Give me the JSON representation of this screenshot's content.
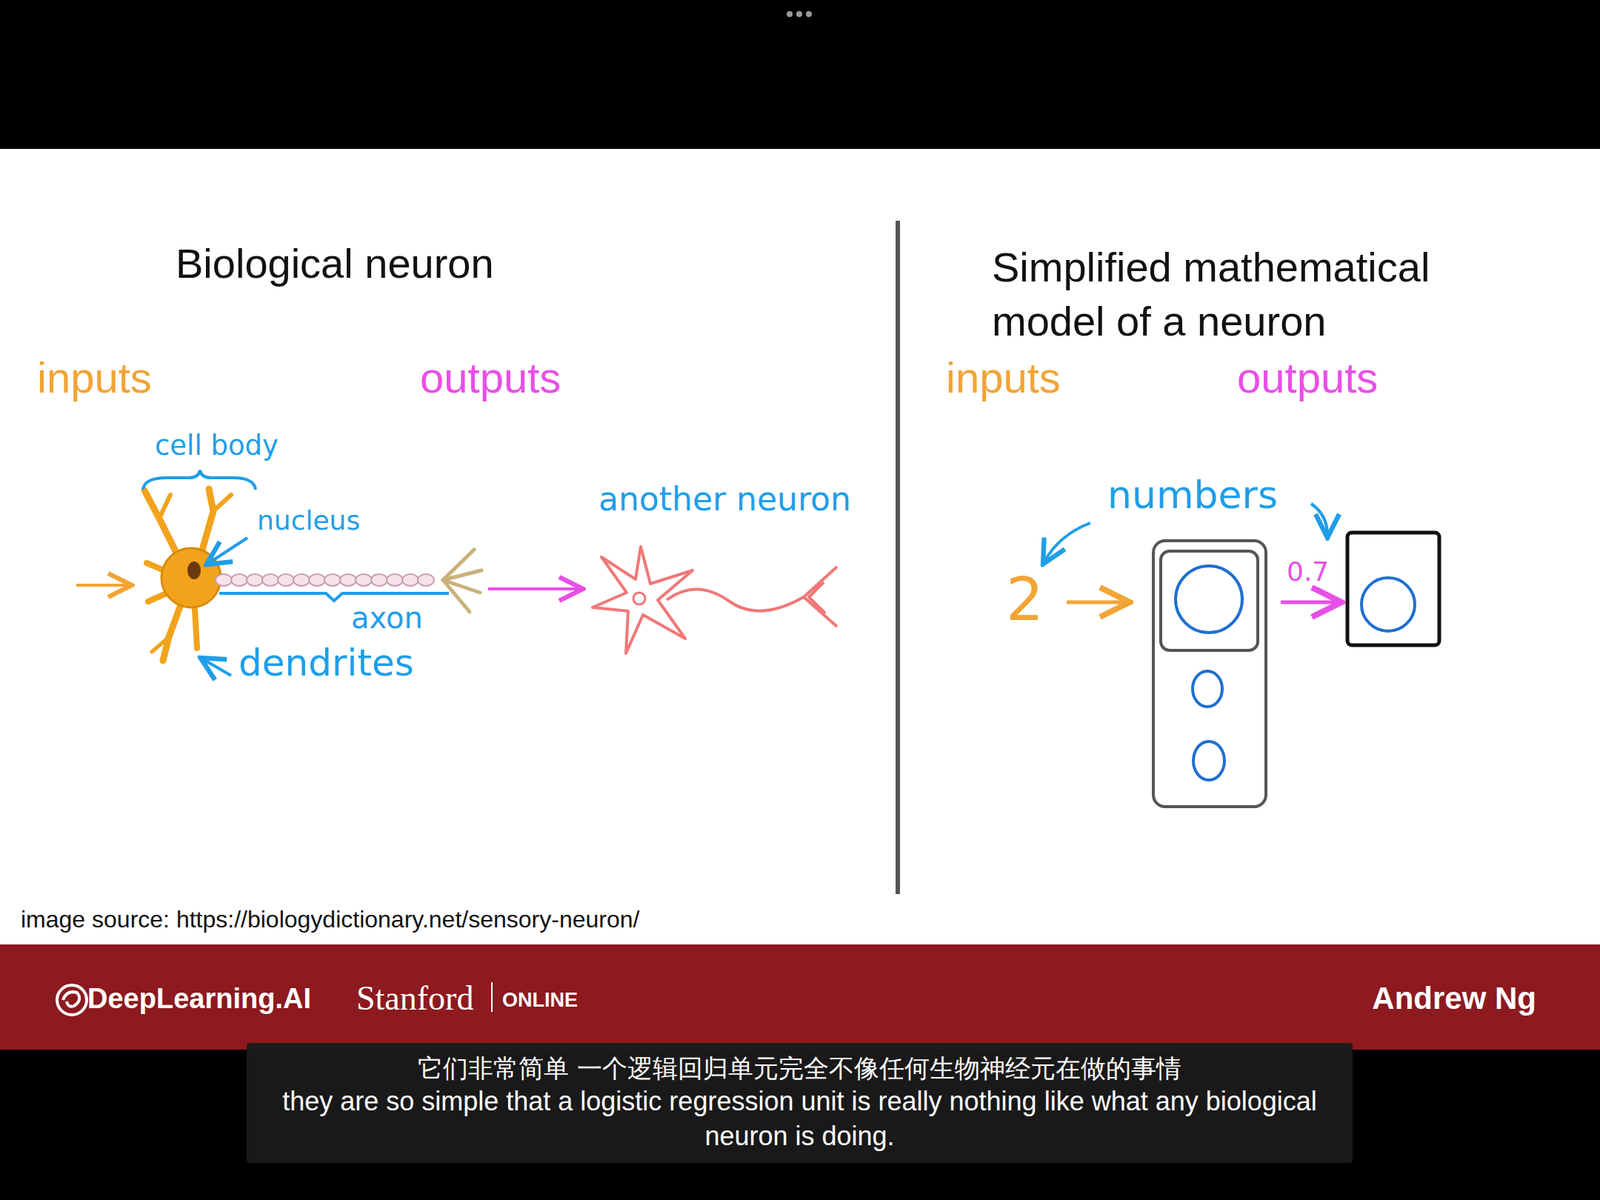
{
  "diagram": {
    "nodes": [
      {
        "text": [
          "DeepLearning.AI",
          "Stanford",
          "ONLINE",
          "Andrew Ng"
        ]
      },
      {
        "text": [
          "它们非常简单 一个逻辑回归单元完全不像任何生物神经元在做的事情",
          "they are so simple that a logistic regression unit is really nothing like what any biological neuron is doing."
        ]
      }
    ],
    "labels": [
      "Biological neuron",
      "inputs",
      "outputs",
      "cell body",
      "nucleus",
      "axon",
      "dendrites",
      "another neuron",
      "Simplified mathematical model of a neuron",
      "inputs",
      "outputs",
      "numbers",
      "2",
      "0.7",
      "image source: https://biologydictionary.net/sensory-neuron/"
    ]
  }
}
